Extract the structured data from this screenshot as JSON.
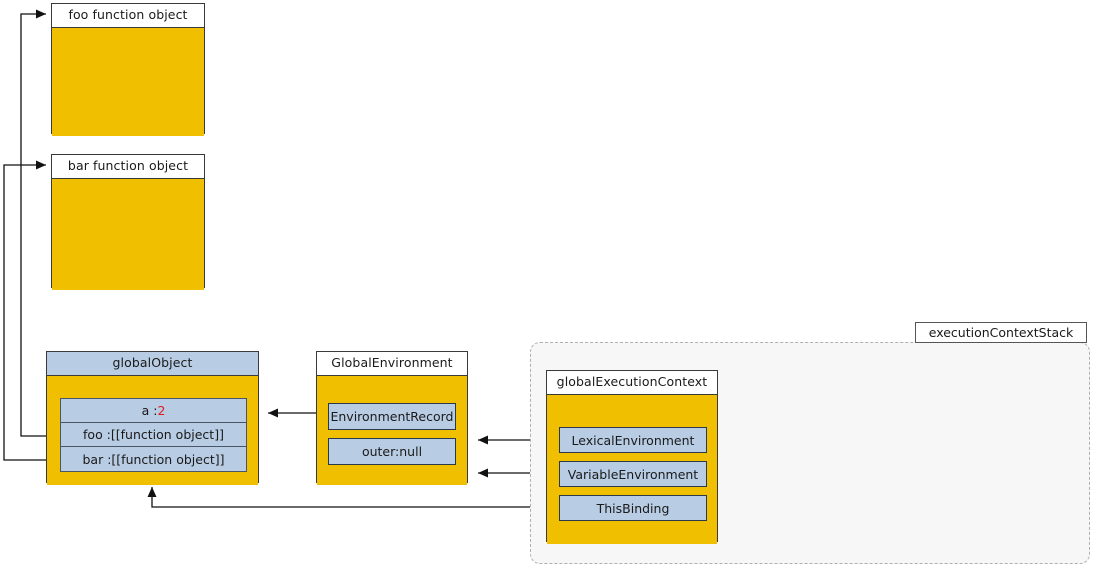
{
  "diagram": {
    "title_label": "executionContextStack",
    "colors": {
      "object_fill": "#f0c000",
      "slot_fill": "#b8cce4",
      "header_white": "#ffffff",
      "border": "#3a3a3a",
      "value_accent": "#e01b1b",
      "stack_bg": "#f7f7f7",
      "stack_border": "#b0b0b0"
    },
    "nodes": {
      "foo_function_object": {
        "header": "foo function object"
      },
      "bar_function_object": {
        "header": "bar function object"
      },
      "global_object": {
        "header": "globalObject",
        "rows": [
          {
            "text": "a :",
            "value": "2",
            "value_is_accent": true
          },
          {
            "text": "foo :[[function object]]",
            "value": "",
            "value_is_accent": false
          },
          {
            "text": "bar :[[function object]]",
            "value": "",
            "value_is_accent": false
          }
        ]
      },
      "global_environment": {
        "header": "GlobalEnvironment",
        "slots": [
          {
            "label": "EnvironmentRecord"
          },
          {
            "label": "outer:null"
          }
        ]
      },
      "global_execution_context": {
        "header": "globalExecutionContext",
        "slots": [
          {
            "label": "LexicalEnvironment"
          },
          {
            "label": "VariableEnvironment"
          },
          {
            "label": "ThisBinding"
          }
        ]
      }
    },
    "connections": [
      {
        "name": "foo-prop-to-foo-function-object"
      },
      {
        "name": "bar-prop-to-bar-function-object"
      },
      {
        "name": "environment-record-to-global-object"
      },
      {
        "name": "lexical-environment-to-global-environment"
      },
      {
        "name": "variable-environment-to-global-environment"
      },
      {
        "name": "this-binding-to-global-object"
      }
    ]
  }
}
